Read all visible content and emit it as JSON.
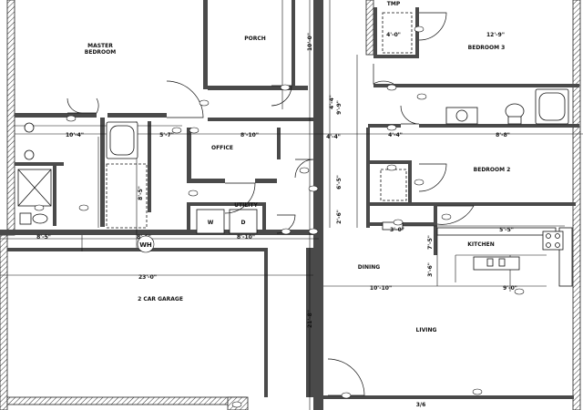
{
  "rooms": {
    "master_bedroom": {
      "name": "MASTER",
      "name2": "BEDROOM"
    },
    "porch": {
      "name": "PORCH"
    },
    "office": {
      "name": "OFFICE"
    },
    "utility": {
      "name": "UTILITY"
    },
    "garage": {
      "name": "2 CAR GARAGE"
    },
    "dining": {
      "name": "DINING"
    },
    "living": {
      "name": "LIVING"
    },
    "kitchen": {
      "name": "KITCHEN"
    },
    "bedroom2": {
      "name": "BEDROOM 2"
    },
    "bedroom3": {
      "name": "BEDROOM 3"
    }
  },
  "dimensions": {
    "porch_height": "10'-0\"",
    "bath_width": "10'-4\"",
    "closet_width": "5'-7\"",
    "office_width": "8'-10\"",
    "left_strip": "8'-5\"",
    "mid_strip": "8'-6\"",
    "utility_width": "8'-10\"",
    "garage_width": "23'-0\"",
    "utility_height": "8'-5\"",
    "garage_depth": "21'-8\"",
    "hall_1": "4'-4\"",
    "hall_2": "4'-4\"",
    "hall_3": "6'-5\"",
    "hall_4": "2'-6\"",
    "dining_width": "10'-10\"",
    "kitchen_width": "9'-0\"",
    "kitchen_depth": "5'-5\"",
    "bed3_closet": "4'-0\"",
    "bed3_width": "12'-9\"",
    "bath2_width": "8'-8\"",
    "bed2_closet": "4'-4\"",
    "pantry": "3'-0\"",
    "right_v1": "9'-9\"",
    "right_v2": "7'-5\"",
    "right_v3": "3'-6\"",
    "top_tag": "TMP",
    "bottom_tag": "3/6"
  },
  "appliances": {
    "water_heater": "WH",
    "washer": "W",
    "dryer": "D"
  }
}
